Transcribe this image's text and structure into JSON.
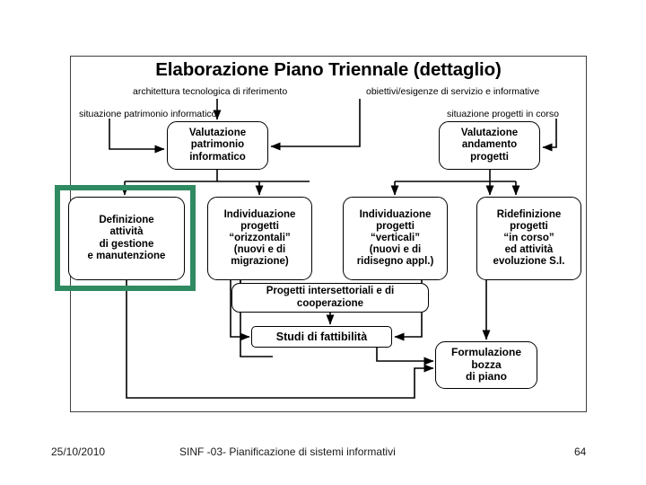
{
  "slide": {
    "title": "Elaborazione Piano Triennale (dettaglio)",
    "labels": {
      "architettura": "architettura tecnologica di riferimento",
      "obiettivi": "obiettivi/esigenze di servizio e informative",
      "situazione_patrimonio": "situazione patrimonio informatico",
      "situazione_progetti": "situazione progetti in corso"
    },
    "nodes": {
      "valutazione_patrimonio": "Valutazione\npatrimonio\ninformatico",
      "valutazione_andamento": "Valutazione\nandamento\nprogetti",
      "definizione_attivita": "Definizione\nattività\ndi gestione\ne manutenzione",
      "progetti_orizzontali": "Individuazione\nprogetti\n“orizzontali”\n(nuovi e di\nmigrazione)",
      "progetti_verticali": "Individuazione\nprogetti\n“verticali”\n(nuovi e di\nridisegno appl.)",
      "ridefinizione_progetti": "Ridefinizione\nprogetti\n“in corso”\ned attività\nevoluzione S.I.",
      "progetti_intersettoriali": "Progetti intersettoriali e  di\ncooperazione",
      "studi_fattibilita": "Studi di fattibilità",
      "formulazione_bozza": "Formulazione\nbozza\ndi piano"
    },
    "highlight": {
      "target": "definizione_attivita",
      "color": "#2f8a62"
    },
    "footer": {
      "date": "25/10/2010",
      "center": "SINF -03- Pianificazione di sistemi informativi",
      "page": "64"
    }
  }
}
